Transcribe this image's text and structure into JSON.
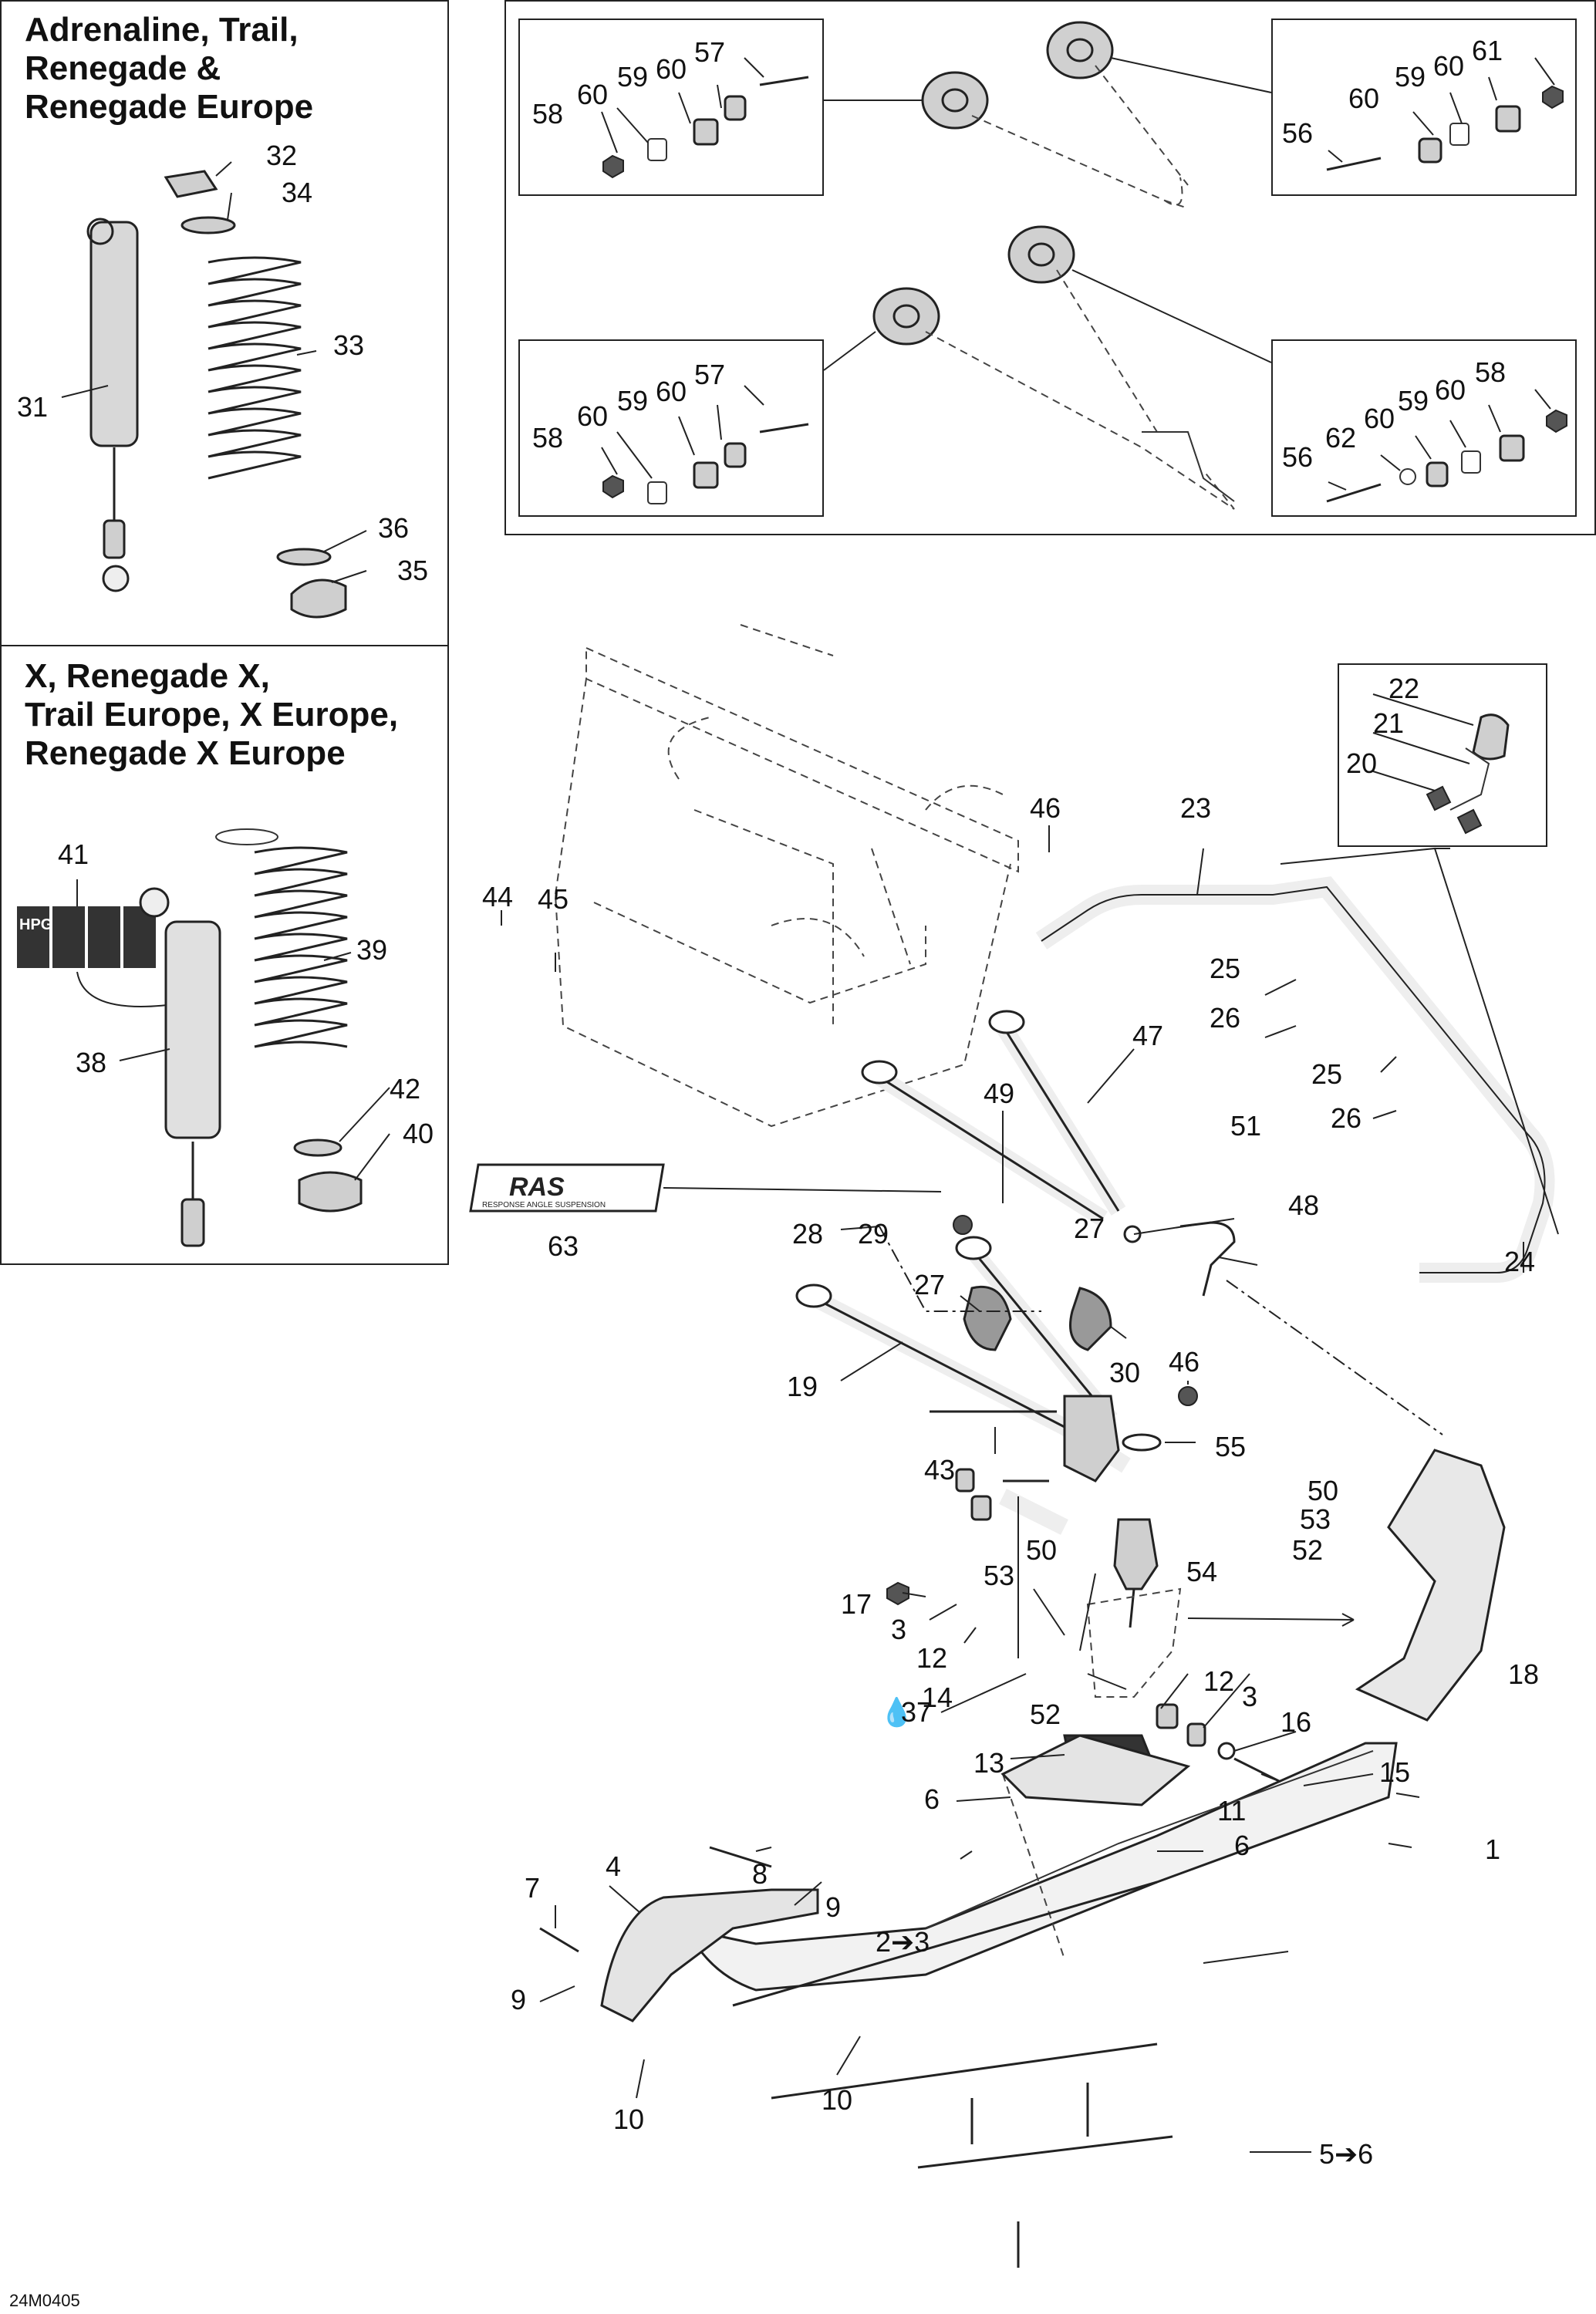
{
  "panels": {
    "top_left_title": "Adrenaline, Trail,\nRenegade &\nRenegade Europe",
    "mid_left_title": "X, Renegade X,\nTrail Europe, X Europe,\nRenegade X Europe"
  },
  "diagram_code": "24M0405",
  "logo_text": "RAS",
  "logo_sub": "RESPONSE ANGLE SUSPENSION",
  "hpg_label": "HPG",
  "labels": {
    "l32": "32",
    "l34": "34",
    "l33": "33",
    "l31": "31",
    "l36": "36",
    "l35": "35",
    "l41": "41",
    "l39": "39",
    "l38": "38",
    "l42": "42",
    "l40": "40",
    "a58": "58",
    "a60": "60",
    "a59": "59",
    "a60b": "60",
    "a57": "57",
    "b56": "56",
    "b60": "60",
    "b59": "59",
    "b60b": "60",
    "b61": "61",
    "c58": "58",
    "c60": "60",
    "c59": "59",
    "c60b": "60",
    "c57": "57",
    "d56": "56",
    "d62": "62",
    "d60": "60",
    "d59": "59",
    "d60b": "60",
    "d58": "58",
    "m22": "22",
    "m21": "21",
    "m20": "20",
    "m23": "23",
    "m46": "46",
    "m44": "44",
    "m45": "45",
    "m25": "25",
    "m26": "26",
    "m25b": "25",
    "m26b": "26",
    "m47": "47",
    "m49": "49",
    "m51": "51",
    "m63": "63",
    "m28": "28",
    "m29": "29",
    "m27": "27",
    "m27b": "27",
    "m48": "48",
    "m24": "24",
    "m30": "30",
    "m19": "19",
    "m46b": "46",
    "m43": "43",
    "m55": "55",
    "m50": "50",
    "m53": "53",
    "m52": "52",
    "m54": "54",
    "m50b": "50",
    "m53b": "53",
    "m17": "17",
    "m3": "3",
    "m12": "12",
    "m14": "14",
    "m18": "18",
    "m52b": "52",
    "m12b": "12",
    "m3b": "3",
    "m16": "16",
    "m37": "37",
    "m13": "13",
    "m15": "15",
    "m6": "6",
    "m11": "11",
    "m6b": "6",
    "m4": "4",
    "m8": "8",
    "m9": "9",
    "m1": "1",
    "m23b": "2➔3",
    "m7": "7",
    "m9b": "9",
    "m10": "10",
    "m10b": "10",
    "m56": "5➔6"
  }
}
